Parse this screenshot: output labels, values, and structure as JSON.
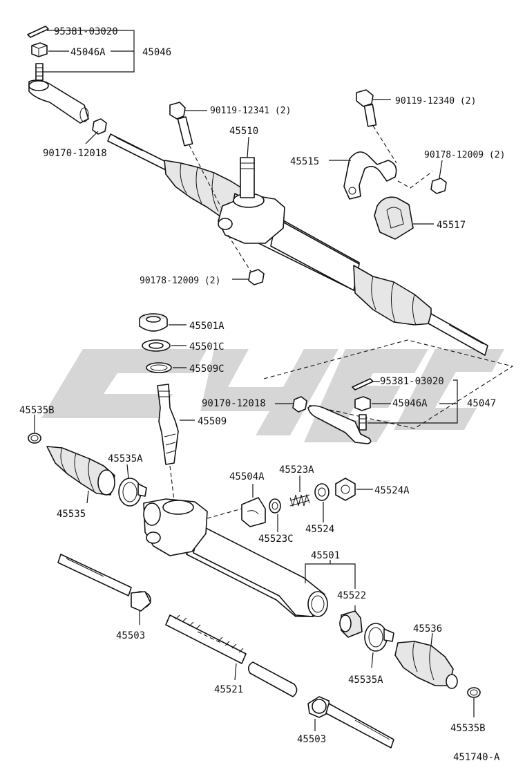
{
  "diagram": {
    "watermark": "",
    "figure_code": "451740-A",
    "labels": {
      "cotter_pin_top": "95381-03020",
      "nut_top": "45046A",
      "tie_rod_end_left": "45046",
      "nut_90170_top": "90170-12018",
      "bolt_90119_12341": "90119-12341 (2)",
      "pinion_45510": "45510",
      "bolt_90119_12340": "90119-12340 (2)",
      "bracket_45515": "45515",
      "nut_90178_right": "90178-12009 (2)",
      "bushing_45517": "45517",
      "nut_90178_left": "90178-12009 (2)",
      "seal_45501A": "45501A",
      "ring_45501C": "45501C",
      "snap_45509C": "45509C",
      "cotter_pin_right": "95381-03020",
      "nut_90170_right": "90170-12018",
      "nut_45046A_right": "45046A",
      "tie_rod_end_right": "45047",
      "clamp_45535B_left": "45535B",
      "pinion_45509": "45509",
      "clamp_45535A_left": "45535A",
      "guide_45504A": "45504A",
      "spring_45523A": "45523A",
      "cap_45524A": "45524A",
      "boot_45535": "45535",
      "washer_45523C": "45523C",
      "plug_45524": "45524",
      "housing_45501": "45501",
      "bush_45522": "45522",
      "boot_45536": "45536",
      "rod_45503_left": "45503",
      "clamp_45535A_right": "45535A",
      "rack_45521": "45521",
      "clamp_45535B_right": "45535B",
      "rod_45503_bottom": "45503"
    }
  }
}
